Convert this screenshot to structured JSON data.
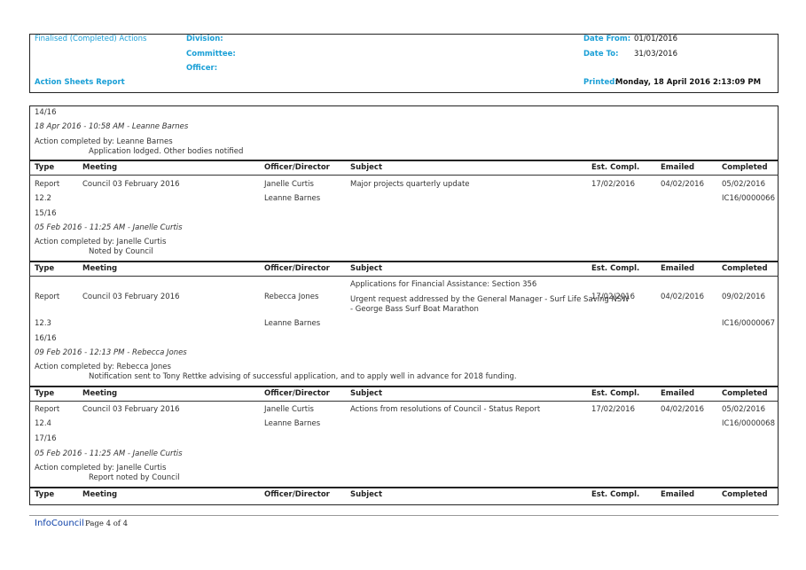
{
  "report_header": {
    "report_name": "Finalised (Completed) Actions",
    "division_label": "Division:",
    "committee_label": "Committee:",
    "officer_label": "Officer:",
    "report_title": "Action Sheets Report",
    "date_from_label": "Date From:",
    "date_from_value": "01/01/2016",
    "date_to_label": "Date To:",
    "date_to_value": "31/03/2016",
    "printed_label": "Printed:",
    "printed_value": "Monday, 18 April 2016  2:13:09 PM"
  },
  "columns": [
    "Type",
    "Meeting",
    "Officer/Director",
    "Subject",
    "Est. Compl.",
    "Emailed",
    "Completed"
  ],
  "top": {
    "id": "14/16",
    "log": "18 Apr 2016 - 10:58 AM - Leanne Barnes",
    "completed_by": "Action completed by: Leanne Barnes",
    "note": "Application lodged. Other bodies notified"
  },
  "items": [
    {
      "type": "Report",
      "meeting": "Council 03 February 2016",
      "officer": "Janelle Curtis",
      "subject": "Major projects quarterly update",
      "est": "17/02/2016",
      "emailed": "04/02/2016",
      "completed": "05/02/2016",
      "item_no": "12.2",
      "officer2": "Leanne Barnes",
      "ref": "IC16/0000066",
      "id": "15/16",
      "log": "05 Feb 2016 - 11:25 AM - Janelle Curtis",
      "completed_by": "Action completed by: Janelle Curtis",
      "note": "Noted by Council"
    },
    {
      "type": "Report",
      "meeting": "Council 03 February 2016",
      "officer": "Rebecca Jones",
      "subject_line1": "Applications for Financial Assistance: Section 356",
      "subject_line2": "Urgent request addressed by the General Manager - Surf Life Saving NSW",
      "subject_line3": "- George Bass Surf Boat Marathon",
      "est": "17/02/2016",
      "emailed": "04/02/2016",
      "completed": "09/02/2016",
      "item_no": "12.3",
      "officer2": "Leanne Barnes",
      "ref": "IC16/0000067",
      "id": "16/16",
      "log": "09 Feb 2016 - 12:13 PM - Rebecca Jones",
      "completed_by": "Action completed by: Rebecca Jones",
      "note": "Notification sent to Tony Rettke advising of successful application, and to apply well in advance for 2018 funding."
    },
    {
      "type": "Report",
      "meeting": "Council 03 February 2016",
      "officer": "Janelle Curtis",
      "subject": "Actions from resolutions of Council - Status Report",
      "est": "17/02/2016",
      "emailed": "04/02/2016",
      "completed": "05/02/2016",
      "item_no": "12.4",
      "officer2": "Leanne Barnes",
      "ref": "IC16/0000068",
      "id": "17/16",
      "log": "05 Feb 2016 - 11:25 AM - Janelle Curtis",
      "completed_by": "Action completed by: Janelle Curtis",
      "note": "Report noted by Council"
    }
  ],
  "footer": {
    "brand": "InfoCouncil",
    "page": "Page 4 of 4"
  }
}
